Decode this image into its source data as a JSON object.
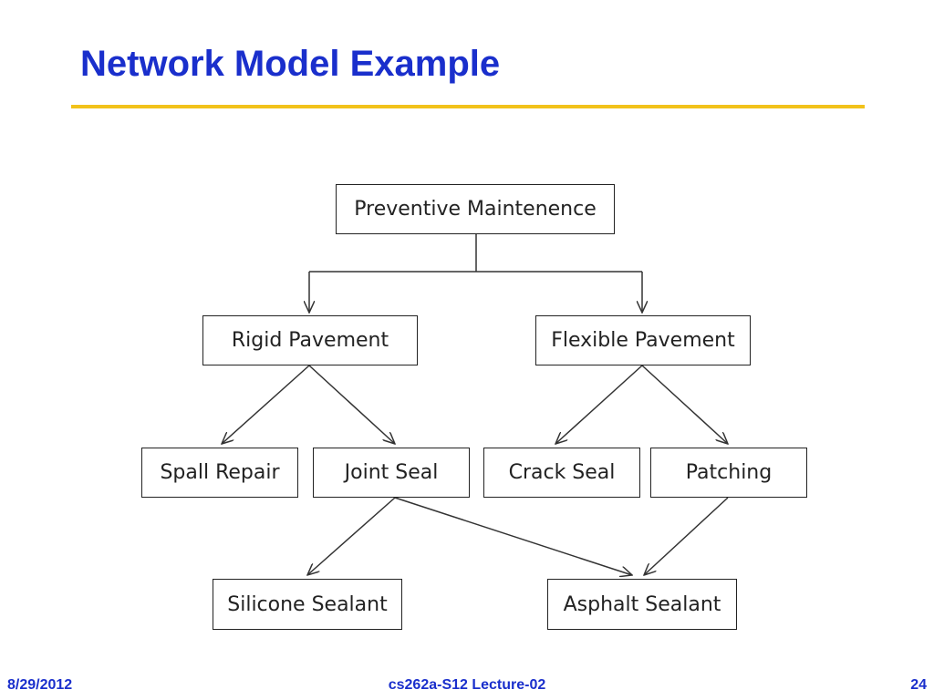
{
  "slide": {
    "title": "Network Model Example"
  },
  "diagram": {
    "nodes": {
      "preventive": "Preventive Maintenence",
      "rigid": "Rigid Pavement",
      "flexible": "Flexible Pavement",
      "spall": "Spall Repair",
      "joint": "Joint Seal",
      "crack": "Crack Seal",
      "patching": "Patching",
      "silicone": "Silicone Sealant",
      "asphalt": "Asphalt Sealant"
    }
  },
  "footer": {
    "date": "8/29/2012",
    "course": "cs262a-S12 Lecture-02",
    "page": "24"
  },
  "colors": {
    "title": "#1a2fcc",
    "rule": "#f2c21a",
    "line": "#333333"
  }
}
